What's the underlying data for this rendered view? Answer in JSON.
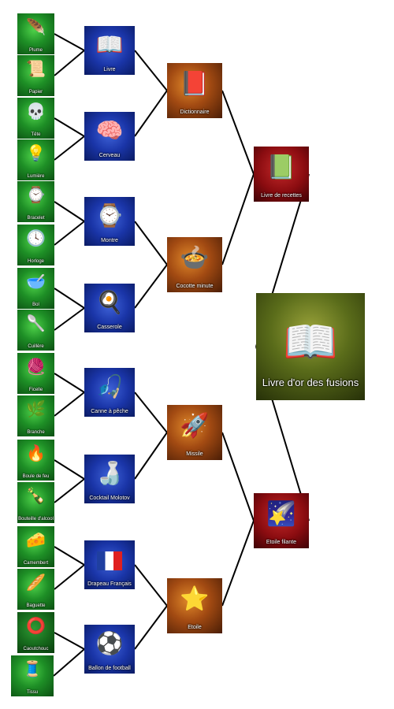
{
  "title": "",
  "nodes": {
    "plume": {
      "label": "Plume",
      "icon": "feather-icon",
      "glyph": "🪶"
    },
    "papier": {
      "label": "Papier",
      "icon": "paper-icon",
      "glyph": "📜"
    },
    "tete": {
      "label": "Tête",
      "icon": "skull-icon",
      "glyph": "💀"
    },
    "lumiere": {
      "label": "Lumière",
      "icon": "lightbulb-icon",
      "glyph": "💡"
    },
    "bracelet": {
      "label": "Bracelet",
      "icon": "bracelet-icon",
      "glyph": "⌚"
    },
    "horloge": {
      "label": "Horloge",
      "icon": "clock-icon",
      "glyph": "🕓"
    },
    "bol": {
      "label": "Bol",
      "icon": "bowl-icon",
      "glyph": "🥣"
    },
    "cuillere": {
      "label": "Cuillère",
      "icon": "spoon-icon",
      "glyph": "🥄"
    },
    "ficelle": {
      "label": "Ficelle",
      "icon": "string-icon",
      "glyph": "🧶"
    },
    "branche": {
      "label": "Branche",
      "icon": "branch-icon",
      "glyph": "🌿"
    },
    "boule_de_feu": {
      "label": "Boule de feu",
      "icon": "fireball-icon",
      "glyph": "🔥"
    },
    "bouteille": {
      "label": "Bouteille d'alcool",
      "icon": "bottle-icon",
      "glyph": "🍾"
    },
    "camembert": {
      "label": "Camembert",
      "icon": "cheese-icon",
      "glyph": "🧀"
    },
    "baguette": {
      "label": "Baguette",
      "icon": "baguette-icon",
      "glyph": "🥖"
    },
    "caoutchouc": {
      "label": "Caoutchouc",
      "icon": "tire-icon",
      "glyph": "⭕"
    },
    "tissu": {
      "label": "Tissu",
      "icon": "fabric-icon",
      "glyph": "🧵"
    },
    "livre": {
      "label": "Livre",
      "icon": "open-book-icon",
      "glyph": "📖"
    },
    "cerveau": {
      "label": "Cerveau",
      "icon": "brain-icon",
      "glyph": "🧠"
    },
    "montre": {
      "label": "Montre",
      "icon": "watch-icon",
      "glyph": "⌚"
    },
    "casserole": {
      "label": "Casserole",
      "icon": "saucepan-icon",
      "glyph": "🍳"
    },
    "canne_a_peche": {
      "label": "Canne à pêche",
      "icon": "fishing-rod-icon",
      "glyph": "🎣"
    },
    "cocktail_molotov": {
      "label": "Cocktail Molotov",
      "icon": "molotov-icon",
      "glyph": "🍶"
    },
    "drapeau_francais": {
      "label": "Drapeau Français",
      "icon": "flag-france-icon",
      "glyph": "🇫🇷"
    },
    "ballon_de_football": {
      "label": "Ballon de football",
      "icon": "soccer-ball-icon",
      "glyph": "⚽"
    },
    "dictionnaire": {
      "label": "Dictionnaire",
      "icon": "dictionary-icon",
      "glyph": "📕"
    },
    "cocotte_minute": {
      "label": "Cocotte minute",
      "icon": "pressure-cooker-icon",
      "glyph": "🍲"
    },
    "missile": {
      "label": "Missile",
      "icon": "missile-icon",
      "glyph": "🚀"
    },
    "etoile": {
      "label": "Etoile",
      "icon": "star-icon",
      "glyph": "⭐"
    },
    "livre_de_recettes": {
      "label": "Livre de recettes",
      "icon": "recipe-book-icon",
      "glyph": "📗"
    },
    "etoile_filante": {
      "label": "Etoile filante",
      "icon": "shooting-star-icon",
      "glyph": "🌠"
    },
    "livre_dor": {
      "label": "Livre d'or des fusions",
      "icon": "golden-book-icon",
      "glyph": "📖"
    }
  },
  "edges": [
    [
      "plume",
      "livre"
    ],
    [
      "papier",
      "livre"
    ],
    [
      "tete",
      "cerveau"
    ],
    [
      "lumiere",
      "cerveau"
    ],
    [
      "bracelet",
      "montre"
    ],
    [
      "horloge",
      "montre"
    ],
    [
      "bol",
      "casserole"
    ],
    [
      "cuillere",
      "casserole"
    ],
    [
      "ficelle",
      "canne_a_peche"
    ],
    [
      "branche",
      "canne_a_peche"
    ],
    [
      "boule_de_feu",
      "cocktail_molotov"
    ],
    [
      "bouteille",
      "cocktail_molotov"
    ],
    [
      "camembert",
      "drapeau_francais"
    ],
    [
      "baguette",
      "drapeau_francais"
    ],
    [
      "caoutchouc",
      "ballon_de_football"
    ],
    [
      "tissu",
      "ballon_de_football"
    ],
    [
      "livre",
      "dictionnaire"
    ],
    [
      "cerveau",
      "dictionnaire"
    ],
    [
      "montre",
      "cocotte_minute"
    ],
    [
      "casserole",
      "cocotte_minute"
    ],
    [
      "canne_a_peche",
      "missile"
    ],
    [
      "cocktail_molotov",
      "missile"
    ],
    [
      "drapeau_francais",
      "etoile"
    ],
    [
      "ballon_de_football",
      "etoile"
    ],
    [
      "dictionnaire",
      "livre_de_recettes"
    ],
    [
      "cocotte_minute",
      "livre_de_recettes"
    ],
    [
      "missile",
      "etoile_filante"
    ],
    [
      "etoile",
      "etoile_filante"
    ],
    [
      "livre_de_recettes",
      "livre_dor"
    ],
    [
      "etoile_filante",
      "livre_dor"
    ]
  ]
}
